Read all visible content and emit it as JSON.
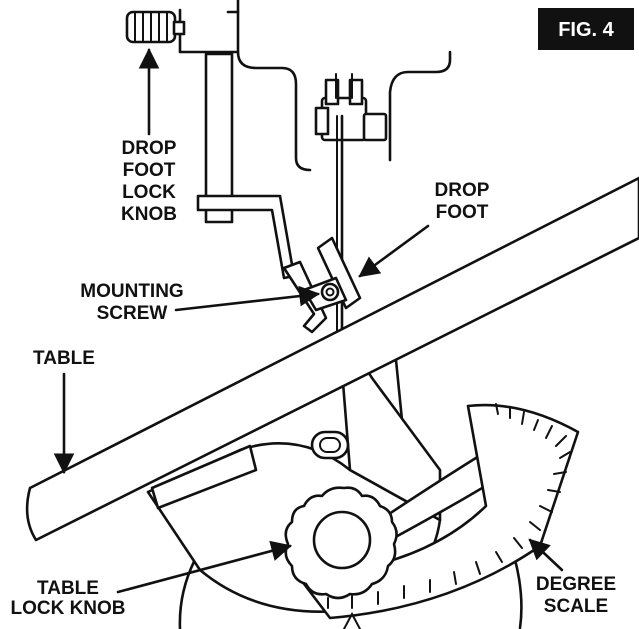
{
  "figure": {
    "badge": "FIG. 4",
    "labels": {
      "drop_foot_lock_knob": [
        "DROP",
        "FOOT",
        "LOCK",
        "KNOB"
      ],
      "drop_foot": [
        "DROP",
        "FOOT"
      ],
      "mounting_screw": [
        "MOUNTING",
        "SCREW"
      ],
      "table": [
        "TABLE"
      ],
      "table_lock_knob": [
        "TABLE",
        "LOCK KNOB"
      ],
      "degree_scale": [
        "DEGREE",
        "SCALE"
      ]
    },
    "colors": {
      "ink": "#111111",
      "badge_bg": "#111111",
      "paper": "#ffffff"
    }
  }
}
